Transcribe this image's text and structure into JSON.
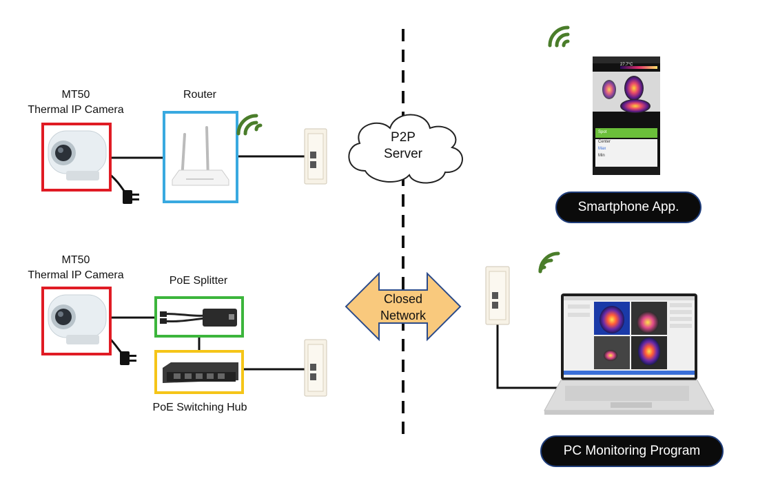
{
  "colors": {
    "red": "#e01b24",
    "blue": "#39a9e0",
    "green": "#3cb53c",
    "yellow": "#f5c518",
    "wifi": "#4a7d2a",
    "cloud_fill": "#ffffff",
    "arrow_fill": "#f9c97d",
    "arrow_stroke": "#2a4a8a",
    "pill_bg": "#0b0b0b",
    "pill_border": "#1f3d7a"
  },
  "top_row": {
    "camera_title_line1": "MT50",
    "camera_title_line2": "Thermal IP Camera",
    "router_label": "Router"
  },
  "bottom_row": {
    "camera_title_line1": "MT50",
    "camera_title_line2": "Thermal IP Camera",
    "splitter_label": "PoE Splitter",
    "hub_label": "PoE Switching Hub"
  },
  "center": {
    "cloud_line1": "P2P",
    "cloud_line2": "Server",
    "arrow_line1": "Closed",
    "arrow_line2": "Network"
  },
  "right": {
    "smartphone_label": "Smartphone App.",
    "pc_label": "PC Monitoring Program"
  },
  "phone_screen": {
    "temperature": "27.7°C",
    "menu_items": [
      "Spot",
      "Center",
      "Max",
      "Min"
    ]
  },
  "icons": {
    "camera": "thermal-camera-icon",
    "router": "wifi-router-icon",
    "plug": "power-plug-icon",
    "wall_outlet": "wall-lan-outlet-icon",
    "wifi": "wifi-signal-icon",
    "splitter": "poe-splitter-icon",
    "hub": "network-switch-icon",
    "laptop": "laptop-icon",
    "phone": "smartphone-icon"
  }
}
